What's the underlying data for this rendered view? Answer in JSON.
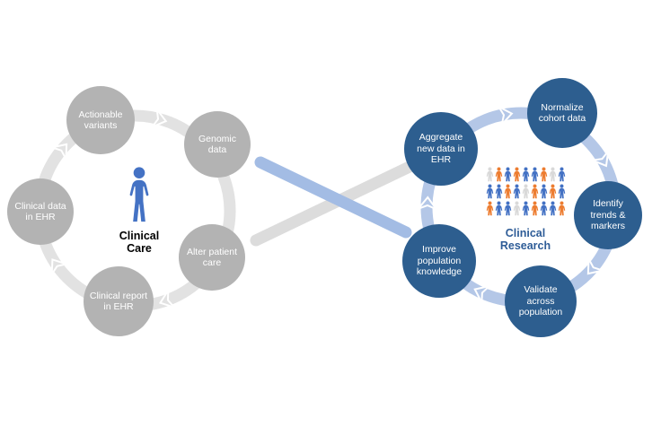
{
  "left_cycle": {
    "label": "Clinical Care",
    "nodes": [
      {
        "label": "Actionable variants"
      },
      {
        "label": "Genomic data"
      },
      {
        "label": "Clinical data in EHR"
      },
      {
        "label": "Alter patient care"
      },
      {
        "label": "Clinical report in EHR"
      }
    ]
  },
  "right_cycle": {
    "label": "Clinical Research",
    "nodes": [
      {
        "label": "Aggregate new data in EHR"
      },
      {
        "label": "Normalize cohort data"
      },
      {
        "label": "Identify trends & markers"
      },
      {
        "label": "Validate across population"
      },
      {
        "label": "Improve population knowledge"
      }
    ]
  },
  "colors": {
    "gray_node": "#b3b3b3",
    "blue_node": "#2d5e8f",
    "ring_gray": "#e2e2e2",
    "ring_blue": "#b4c7e7",
    "ribbon_gray": "#dcdcdc",
    "ribbon_blue": "#a3bce4",
    "person_blue": "#4472c4",
    "care_label": "#000000",
    "research_label": "#2e5c97"
  },
  "crowd": {
    "palette": {
      "b": "#4472c4",
      "o": "#ed7d31",
      "g": "#d9d9d9"
    },
    "rows": [
      [
        "g",
        "o",
        "b",
        "o",
        "b",
        "b",
        "o",
        "g",
        "b"
      ],
      [
        "b",
        "b",
        "o",
        "b",
        "g",
        "o",
        "b",
        "o",
        "b"
      ],
      [
        "o",
        "b",
        "b",
        "g",
        "b",
        "o",
        "b",
        "b",
        "o"
      ]
    ]
  }
}
